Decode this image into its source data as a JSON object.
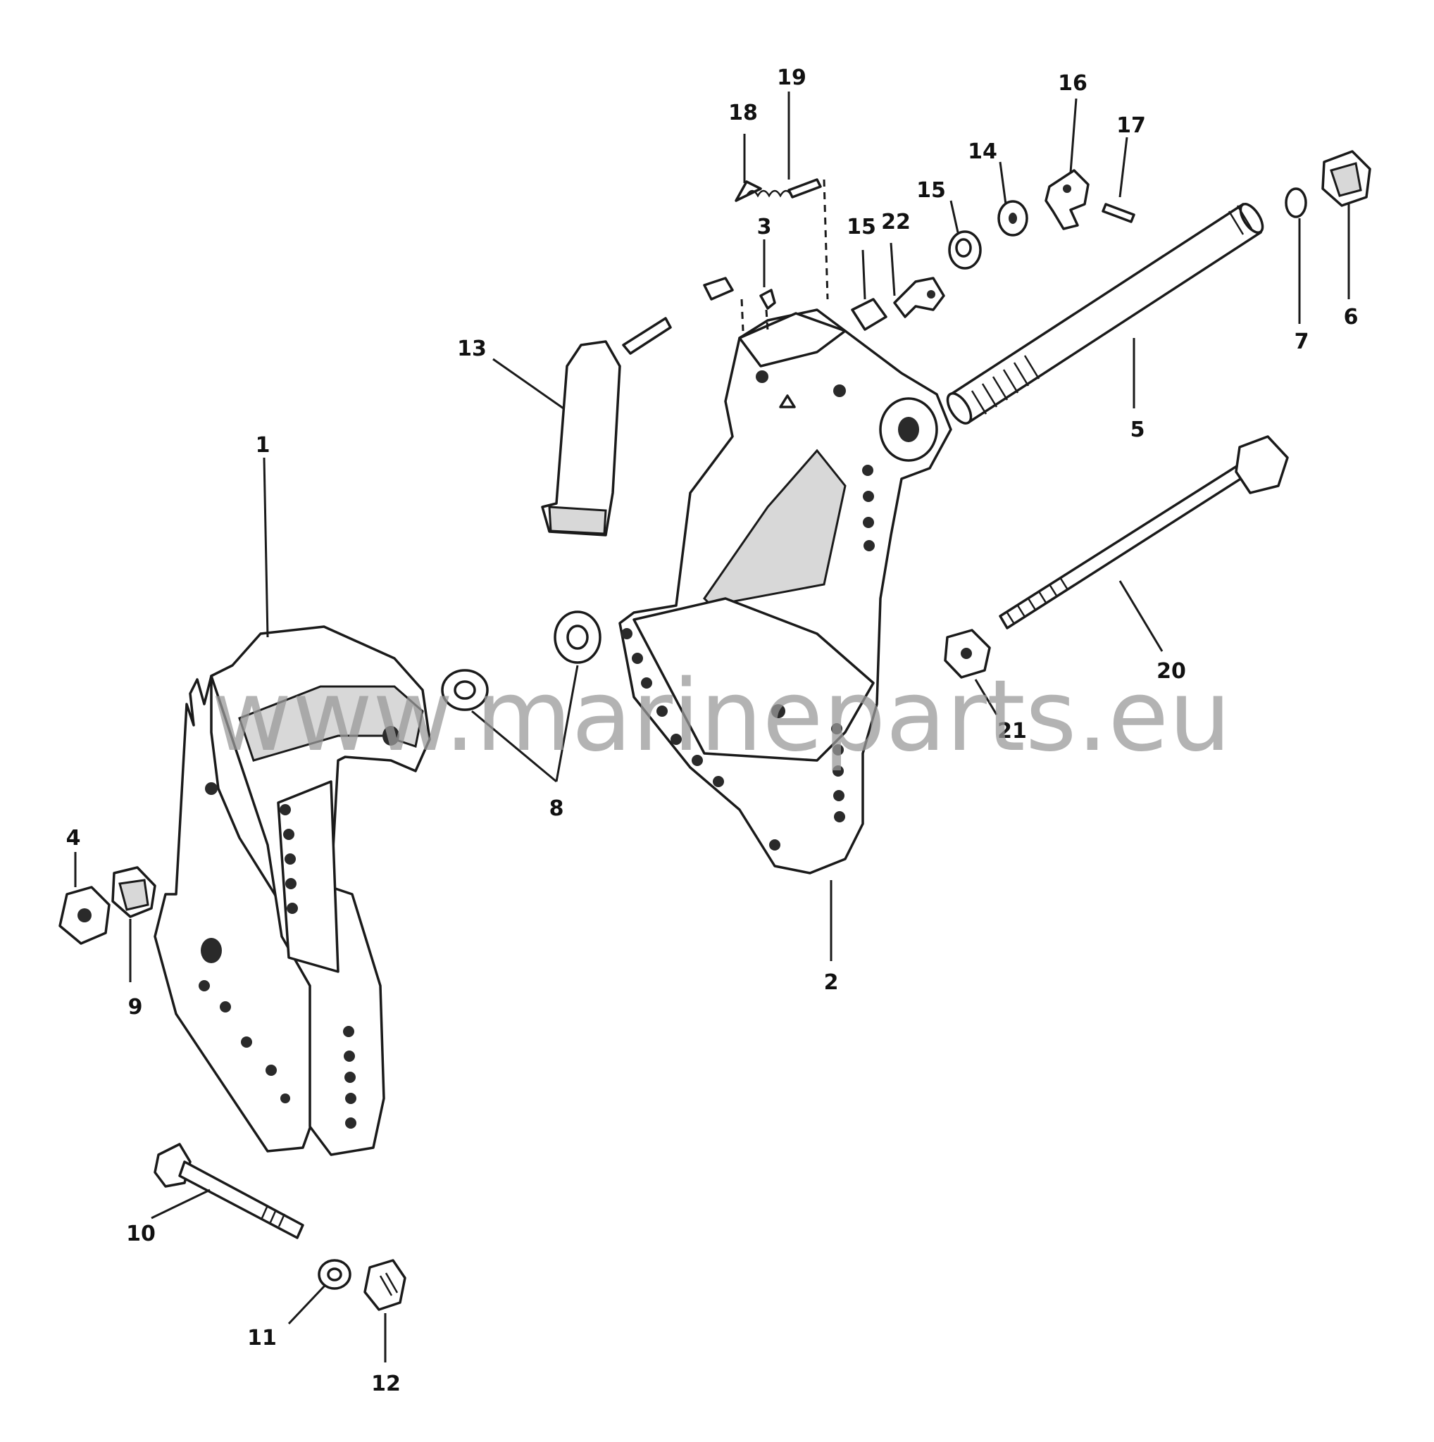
{
  "diagram": {
    "callouts": [
      "1",
      "2",
      "3",
      "4",
      "5",
      "6",
      "7",
      "8",
      "9",
      "10",
      "11",
      "12",
      "13",
      "14",
      "15",
      "15",
      "16",
      "17",
      "18",
      "19",
      "20",
      "21",
      "22"
    ],
    "watermark": "www.marineparts.eu"
  },
  "colors": {
    "line": "#1a1a1a",
    "background": "#ffffff",
    "watermark": "#9a9a9a"
  }
}
